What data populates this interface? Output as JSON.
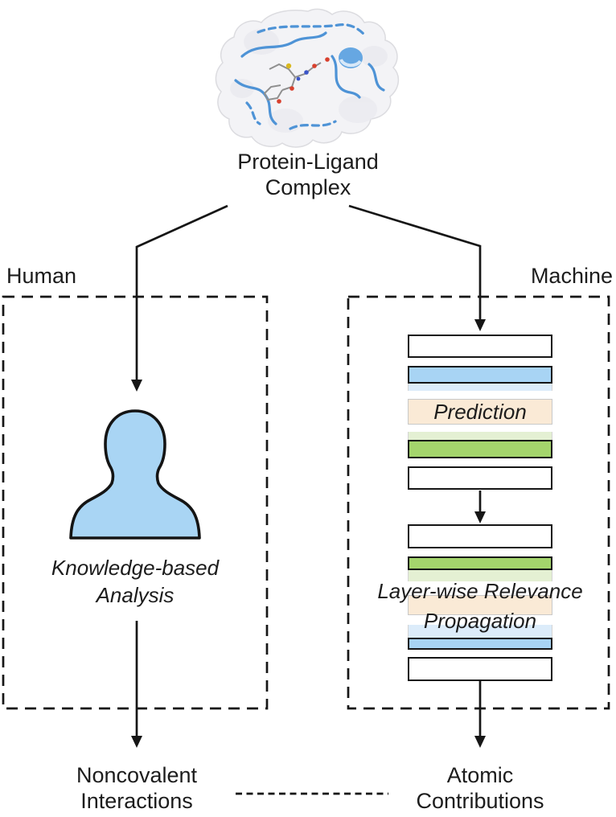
{
  "title": {
    "line1": "Protein-Ligand",
    "line2": "Complex"
  },
  "human": {
    "label": "Human",
    "analysis_line1": "Knowledge-based",
    "analysis_line2": "Analysis",
    "output_line1": "Noncovalent",
    "output_line2": "Interactions"
  },
  "machine": {
    "label": "Machine",
    "prediction_label": "Prediction",
    "lrp_line1": "Layer-wise Relevance",
    "lrp_line2": "Propagation",
    "output_line1": "Atomic",
    "output_line2": "Contributions"
  },
  "icons": {
    "protein": "protein-ligand-complex-structure",
    "person": "person-silhouette"
  },
  "colors": {
    "layer_blue": "#a8d4f4",
    "layer_blue_pale": "#dcecfa",
    "layer_green": "#a4d56c",
    "layer_green_pale": "#e4f0d3",
    "layer_peach": "#faead6",
    "person_blue": "#a9d5f4",
    "ribbon_blue": "#4e93d6",
    "line_black": "#161616"
  }
}
